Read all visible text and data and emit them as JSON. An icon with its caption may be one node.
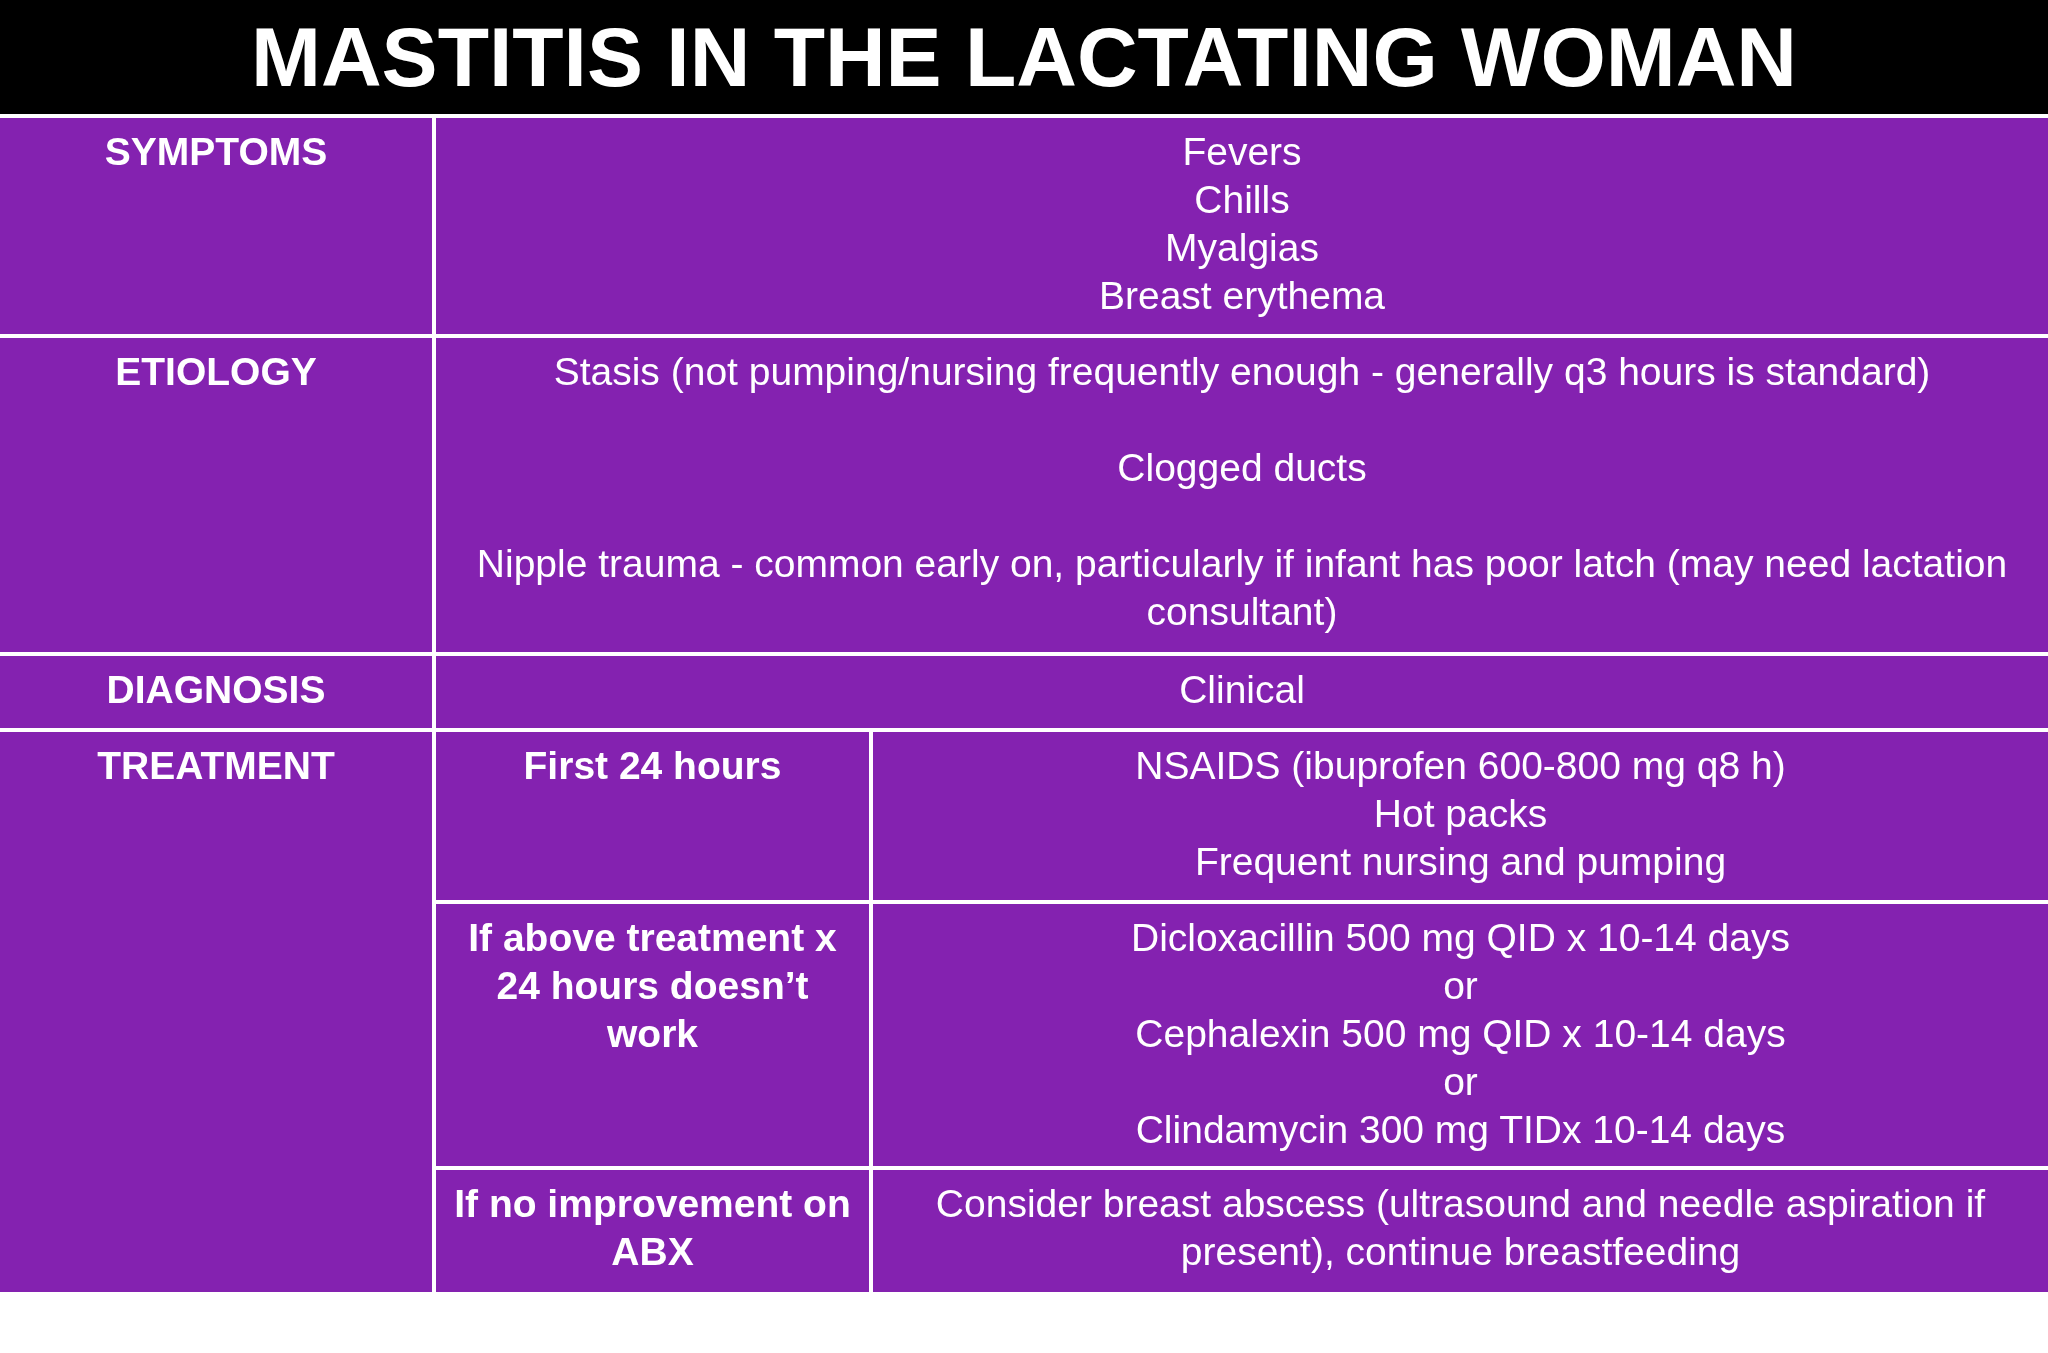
{
  "diagram": {
    "title": "MASTITIS IN THE LACTATING WOMAN",
    "labels": [
      "SYMPTOMS",
      "Fevers",
      "Chills",
      "Myalgias",
      "Breast erythema",
      "ETIOLOGY",
      "Stasis (not pumping/nursing frequently enough - generally q3 hours is standard)",
      "Clogged ducts",
      "Nipple trauma - common early on, particularly if infant has poor latch (may need lactation consultant)",
      "DIAGNOSIS",
      "Clinical",
      "TREATMENT",
      "First 24 hours",
      "NSAIDS (ibuprofen 600-800 mg q8 h)",
      "Hot packs",
      "Frequent nursing and pumping",
      "If above treatment x 24 hours doesn’t work",
      "Dicloxacillin 500 mg QID x 10-14 days",
      "or",
      "Cephalexin 500 mg QID x 10-14 days",
      "or",
      "Clindamycin 300 mg TIDx 10-14 days",
      "If no improvement on ABX",
      "Consider breast abscess (ultrasound and needle aspiration if present), continue breastfeeding"
    ]
  }
}
